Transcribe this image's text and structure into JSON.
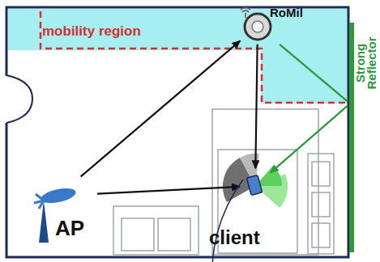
{
  "diagram": {
    "nodes": [
      {
        "text": [
          "mobility region"
        ]
      },
      {
        "text": [
          "RoMil"
        ],
        "in": 0
      },
      {
        "text": [
          "Strong Reflector"
        ]
      },
      {
        "text": [
          "AP"
        ]
      },
      {
        "text": [
          "client"
        ]
      }
    ],
    "edges": [
      {
        "from": 3,
        "to": 1,
        "arrow": "to"
      },
      {
        "from": 3,
        "to": 4,
        "arrow": "to"
      },
      {
        "from": 1,
        "to": 4,
        "arrow": "to"
      },
      {
        "from": 1,
        "to": 2,
        "arrow": "none"
      },
      {
        "from": 2,
        "to": 4,
        "arrow": "to"
      }
    ]
  }
}
